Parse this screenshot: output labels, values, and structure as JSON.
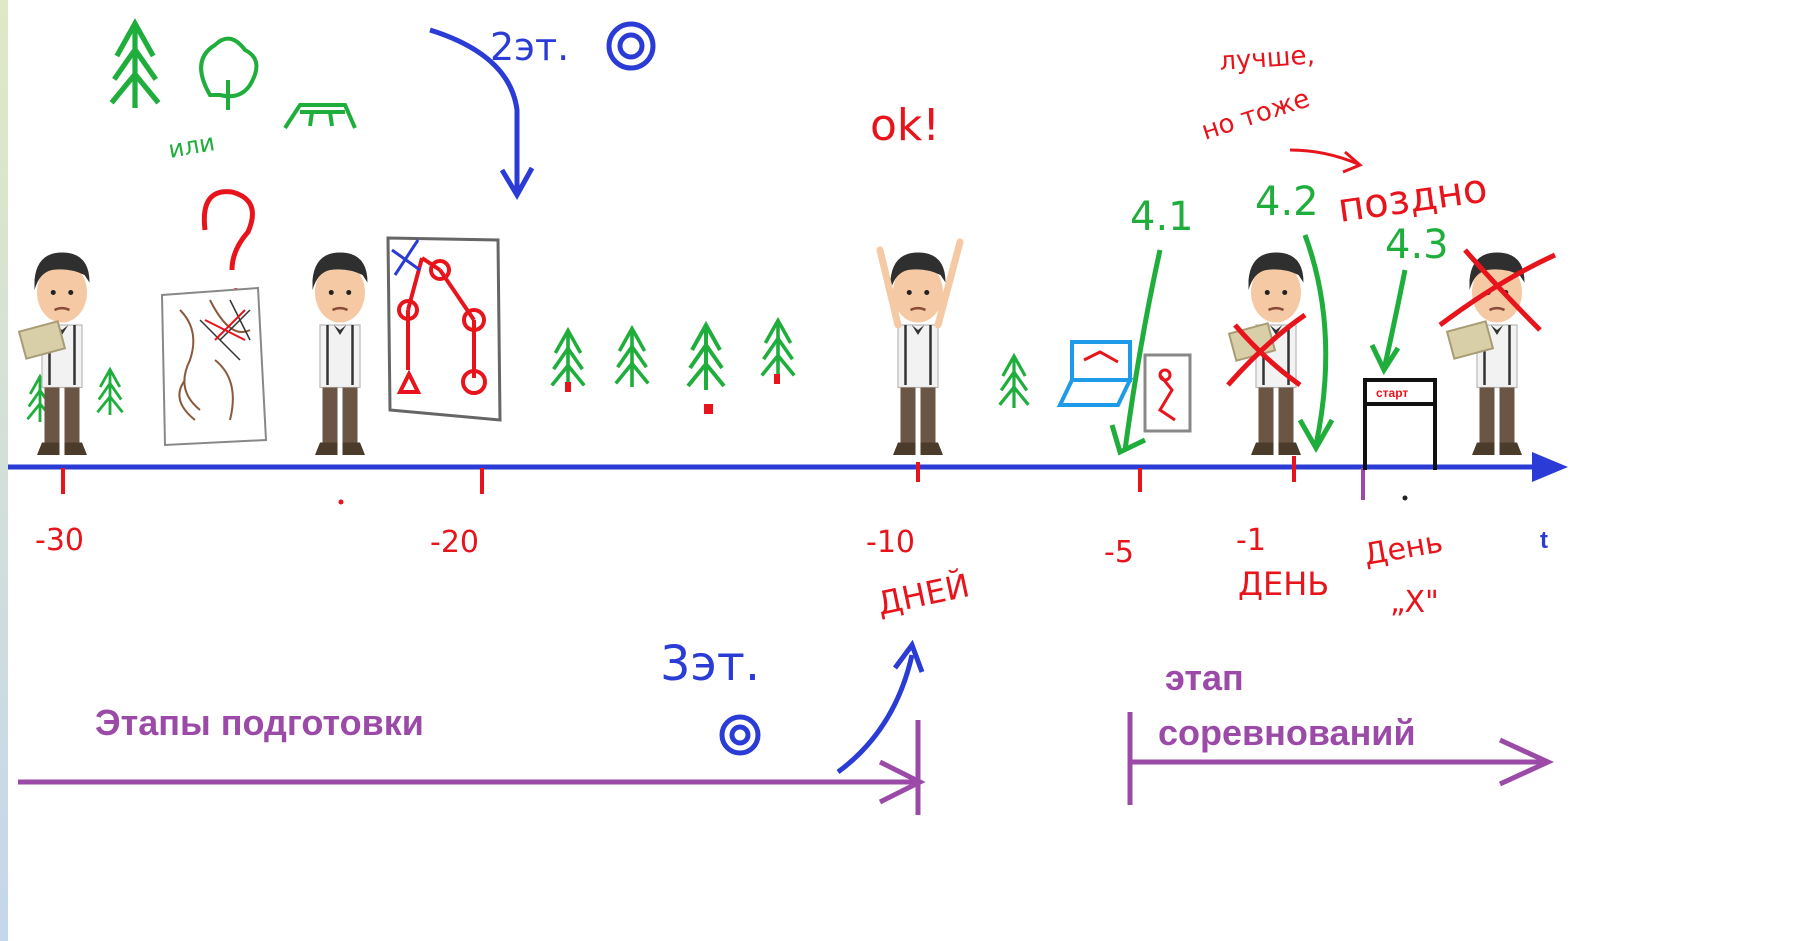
{
  "axis": {
    "t_label": "t",
    "ticks": [
      "-30",
      "-20",
      "-10",
      "-5",
      "-1",
      "День"
    ]
  },
  "tick_sublabels": {
    "days": "ДНЕЙ",
    "day": "ДЕНЬ",
    "x": "„X\""
  },
  "annotations": {
    "or_word": "или",
    "stage2": "2эт.",
    "stage3": "3эт.",
    "ok": "ok!",
    "better": "лучше,",
    "but_also": "но тоже",
    "too_late": "поздно",
    "p41": "4.1",
    "p42": "4.2",
    "p43": "4.3",
    "start_sign": "старт"
  },
  "phases": {
    "prep": "Этапы подготовки",
    "comp_line1": "этап",
    "comp_line2": "соревнований"
  },
  "colors": {
    "axis": "#2a3bd6",
    "red": "#e8141c",
    "green": "#1fae3c",
    "purple": "#9b4aa8",
    "laptop": "#1e9be8"
  }
}
